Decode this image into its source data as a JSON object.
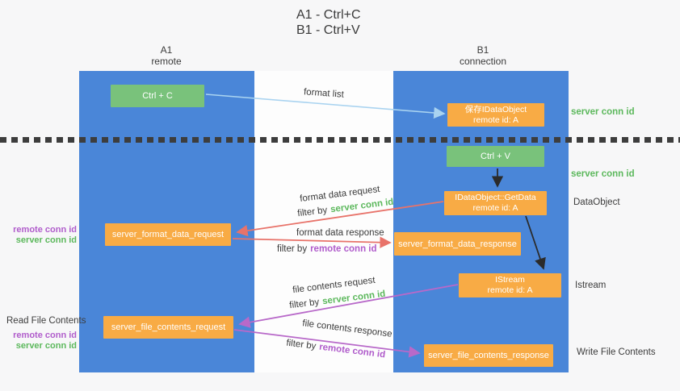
{
  "title": {
    "line1": "A1 - Ctrl+C",
    "line2": "B1 - Ctrl+V"
  },
  "lifelines": {
    "left": {
      "id": "A1",
      "role": "remote"
    },
    "right": {
      "id": "B1",
      "role": "connection"
    }
  },
  "boxes": {
    "ctrl_c": {
      "label": "Ctrl + C"
    },
    "save_dataobject": {
      "line1": "保存IDataObject",
      "line2": "remote id: A"
    },
    "ctrl_v": {
      "label": "Ctrl + V"
    },
    "getdata": {
      "line1": "IDataObject::GetData",
      "line2": "remote id: A"
    },
    "format_request": {
      "label": "server_format_data_request"
    },
    "format_response": {
      "label": "server_format_data_response"
    },
    "istream": {
      "line1": "IStream",
      "line2": "remote id: A"
    },
    "file_request": {
      "label": "server_file_contents_request"
    },
    "file_response": {
      "label": "server_file_contents_response"
    }
  },
  "edge_labels": {
    "format_list": "format list",
    "format_data_request": "format data request",
    "filter1_prefix": "filter by",
    "filter1_value": "server conn id",
    "format_data_response": "format data response",
    "filter2_prefix": "filter by",
    "filter2_value": "remote conn id",
    "file_contents_request": "file contents request",
    "filter3_prefix": "filter by",
    "filter3_value": "server conn id",
    "file_contents_response": "file contents response",
    "filter4_prefix": "filter by",
    "filter4_value": "remote conn id"
  },
  "side_labels": {
    "right_server_conn_1": "server conn id",
    "right_server_conn_2": "server conn id",
    "data_object": "DataObject",
    "istream": "Istream",
    "write_file_contents": "Write File Contents",
    "left_remote_conn_1": "remote conn id",
    "left_server_conn_1": "server conn id",
    "read_file_contents": "Read File Contents",
    "left_remote_conn_2": "remote conn id",
    "left_server_conn_2": "server conn id"
  },
  "colors": {
    "lifeline_blue": "#4a86d8",
    "action_green": "#79c27b",
    "message_orange": "#f8ab45",
    "arrow_salmon": "#e8736a",
    "arrow_purple": "#b869c9",
    "arrow_lightblue": "#a9d3f0",
    "arrow_black": "#2b2b2b",
    "label_green": "#5cb85c",
    "label_purple": "#b05ccb",
    "text_dark": "#3c3c3c",
    "background": "#f7f7f8",
    "mid_panel": "#fdfdfd"
  }
}
